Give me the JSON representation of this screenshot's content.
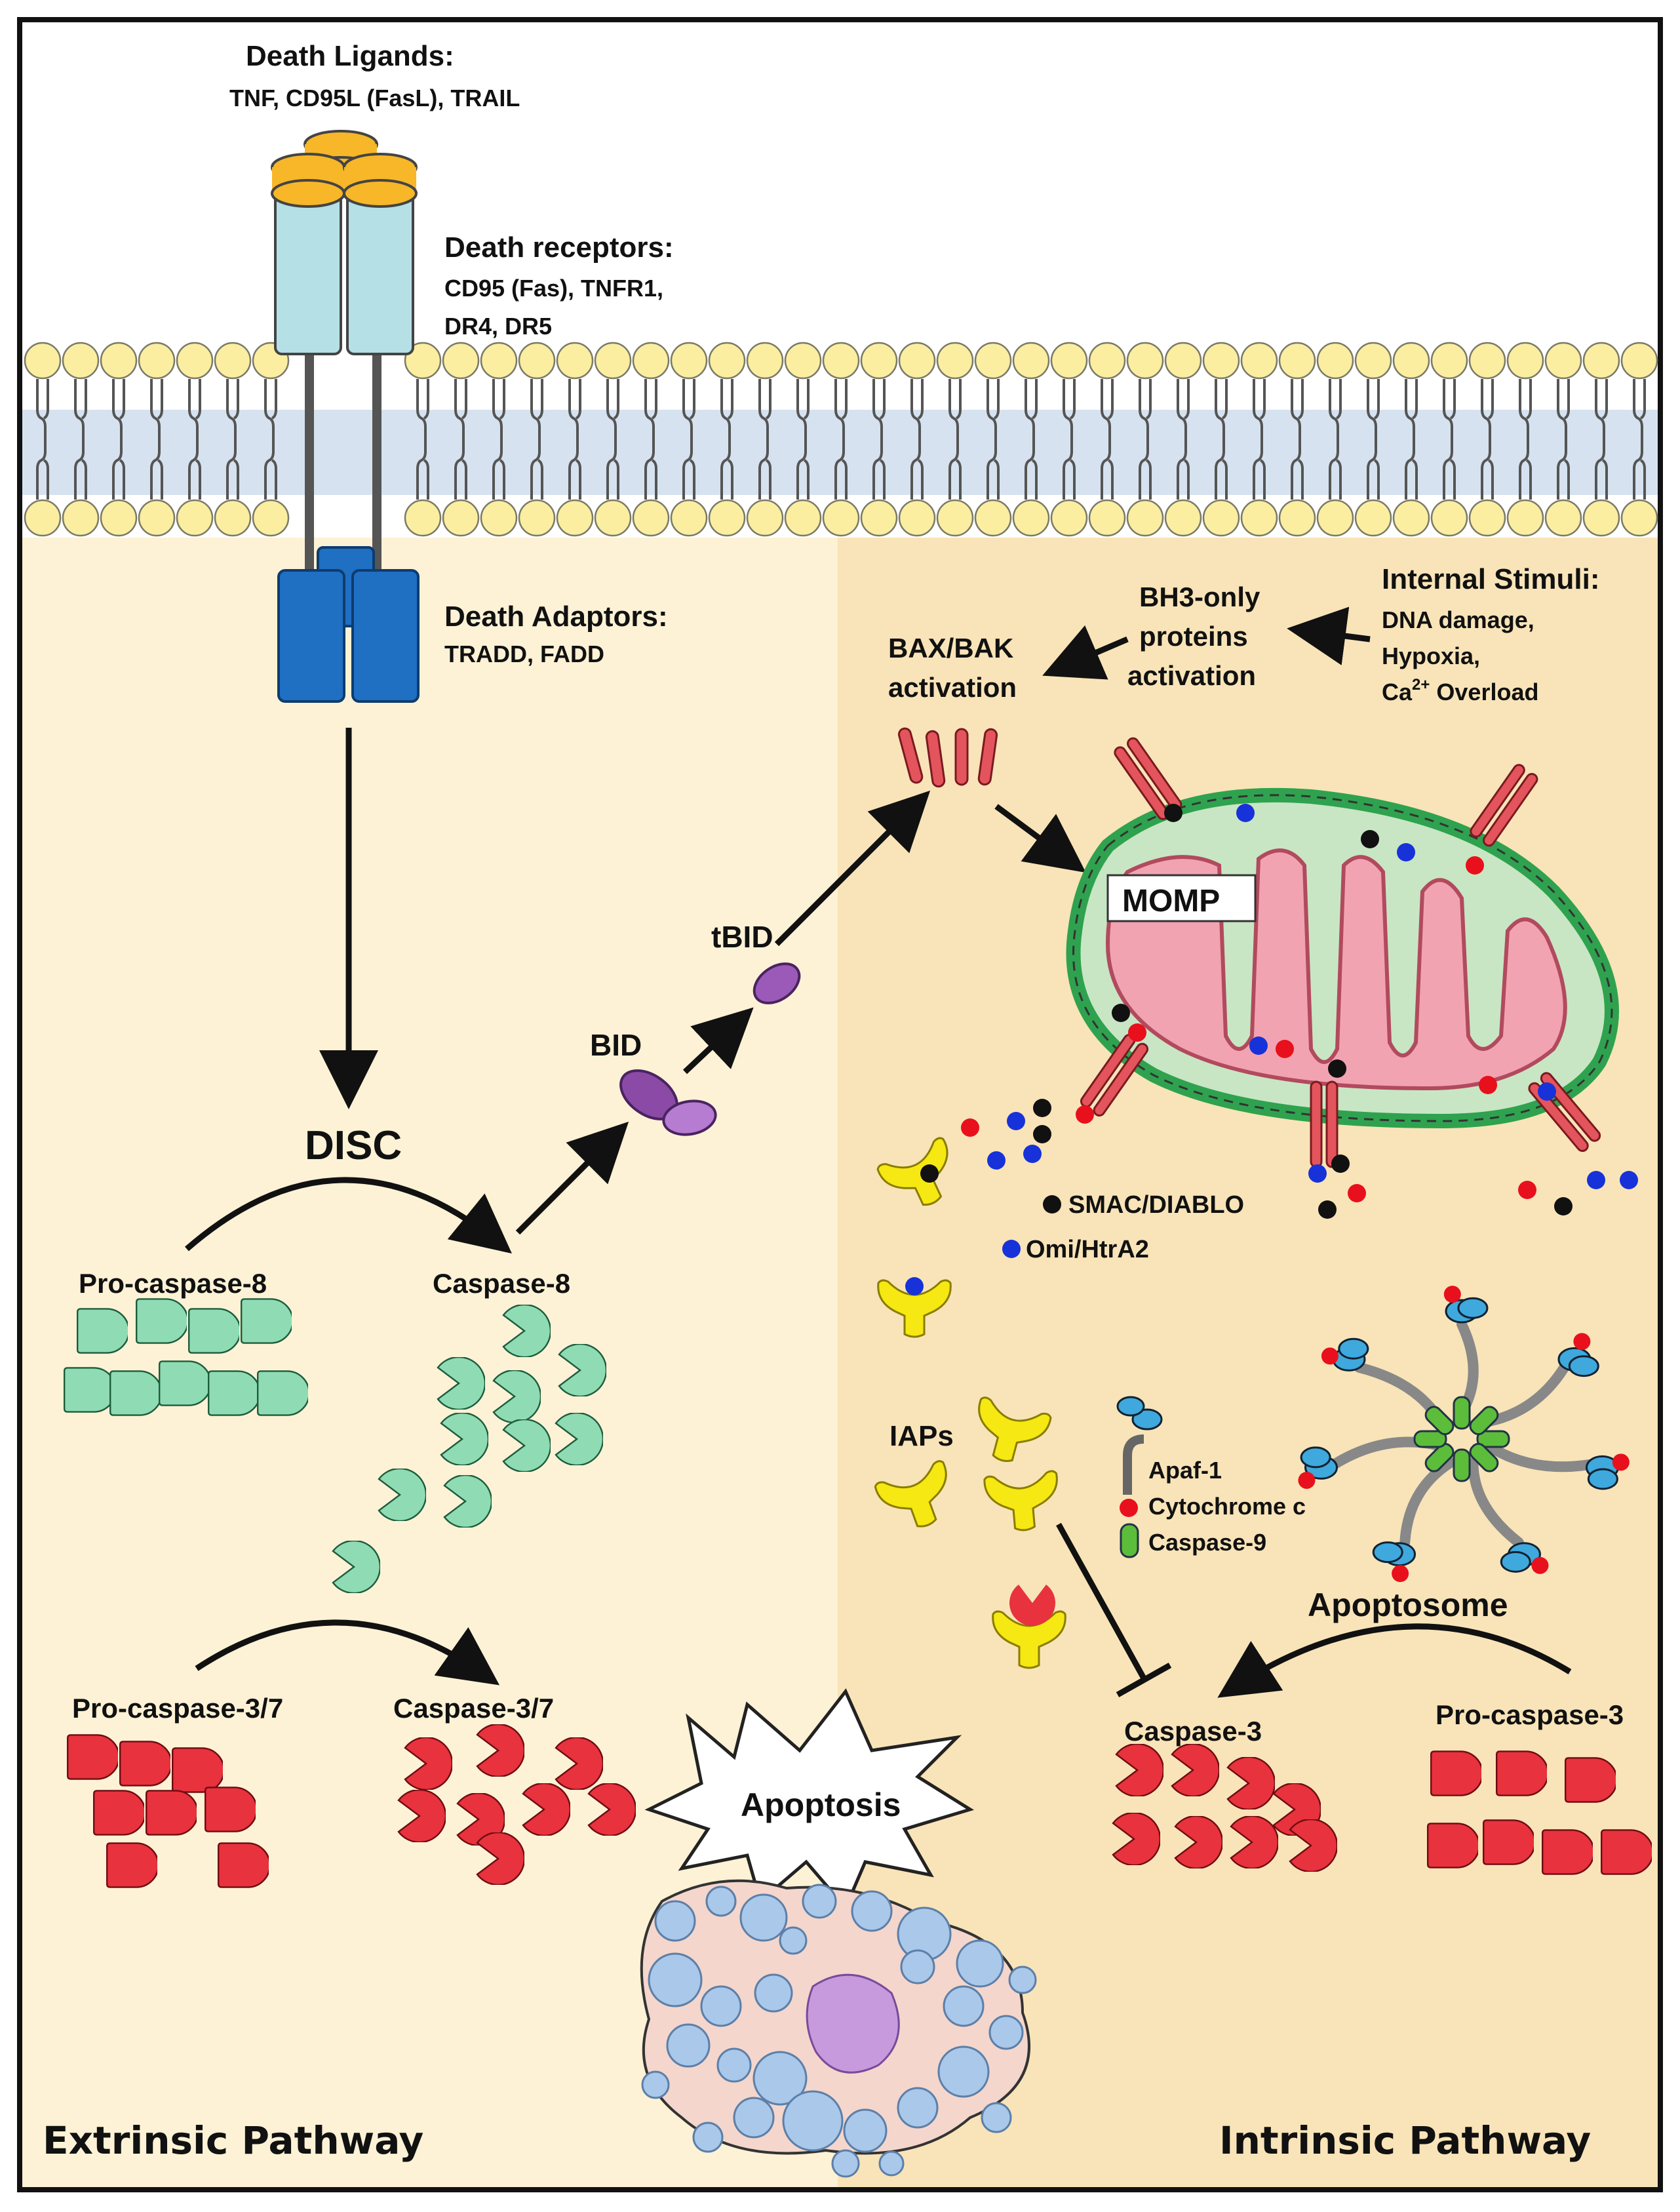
{
  "labels": {
    "death_ligands_title": "Death Ligands:",
    "death_ligands_list": "TNF, CD95L (FasL), TRAIL",
    "death_receptors_title": "Death receptors:",
    "death_receptors_line1": "CD95 (Fas), TNFR1,",
    "death_receptors_line2": "DR4, DR5",
    "death_adaptors_title": "Death Adaptors:",
    "death_adaptors_list": "TRADD, FADD",
    "disc": "DISC",
    "pro_caspase_8": "Pro-caspase-8",
    "caspase_8": "Caspase-8",
    "bid": "BID",
    "tbid": "tBID",
    "pro_caspase_37": "Pro-caspase-3/7",
    "caspase_37": "Caspase-3/7",
    "apoptosis": "Apoptosis",
    "extrinsic": "Extrinsic Pathway",
    "intrinsic": "Intrinsic Pathway",
    "internal_stimuli_title": "Internal Stimuli:",
    "internal_stimuli_1": "DNA damage,",
    "internal_stimuli_2": "Hypoxia,",
    "internal_stimuli_3_prefix": "Ca",
    "internal_stimuli_3_sup": "2+",
    "internal_stimuli_3_suffix": " Overload",
    "bh3_line1": "BH3-only",
    "bh3_line2": "proteins",
    "bh3_line3": "activation",
    "baxbak_line1": "BAX/BAK",
    "baxbak_line2": "activation",
    "momp": "MOMP",
    "smac": "SMAC/DIABLO",
    "omi": "Omi/HtrA2",
    "iaps": "IAPs",
    "apaf1": "Apaf-1",
    "cytc": "Cytochrome c",
    "casp9": "Caspase-9",
    "apoptosome": "Apoptosome",
    "caspase_3": "Caspase-3",
    "pro_caspase_3": "Pro-caspase-3"
  },
  "colors": {
    "extrinsic_bg": "#fdf2d6",
    "intrinsic_bg": "#f8e4b8",
    "membrane_band": "#d6e2ef",
    "lipid_head": "#fbeea0",
    "receptor_body": "#b4e0e6",
    "receptor_cap": "#f7b728",
    "adaptor": "#1f6fc3",
    "caspase8": "#8fdcb4",
    "caspase3": "#e8323d",
    "bid": "#8b4aa6",
    "bax": "#e4545c",
    "mito_outer": "#2fa24f",
    "mito_inner": "#f2a3b1",
    "iap": "#f6e812",
    "smac_dot": "#111111",
    "omi_dot": "#1732d9",
    "cytc_dot": "#e8101c",
    "apaf1": "#3fa8dc",
    "casp9": "#5cbd3a",
    "dying_cell": "#f4d6cc",
    "vesicle": "#a9c8ea",
    "nucleus": "#c79ade"
  }
}
